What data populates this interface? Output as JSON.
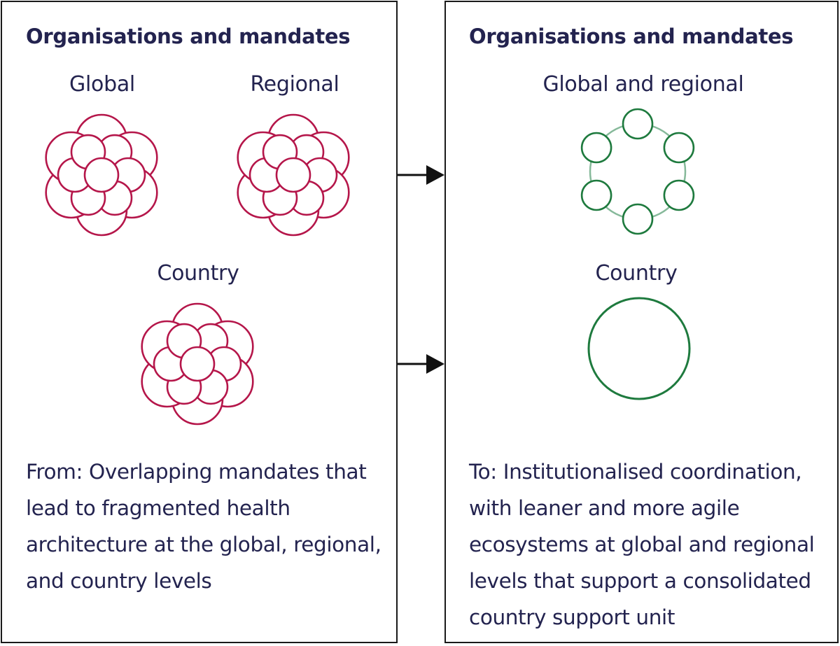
{
  "left_panel": {
    "heading": "Organisations and mandates",
    "labels": {
      "global": "Global",
      "regional": "Regional",
      "country": "Country"
    },
    "description_lines": [
      "From: Overlapping mandates that",
      "lead to fragmented health",
      "architecture at the global, regional,",
      "and country levels"
    ]
  },
  "right_panel": {
    "heading": "Organisations and mandates",
    "labels": {
      "global_regional": "Global and regional",
      "country": "Country"
    },
    "description_lines": [
      "To: Institutionalised coordination,",
      "with leaner and more agile",
      "ecosystems at global and regional",
      "levels that support a consolidated",
      "country support unit"
    ]
  },
  "colors": {
    "fragmented": "#b5164a",
    "coordinated": "#1e7a3e",
    "ring": "#86b99a",
    "text": "#23234f",
    "arrow": "#111111"
  }
}
